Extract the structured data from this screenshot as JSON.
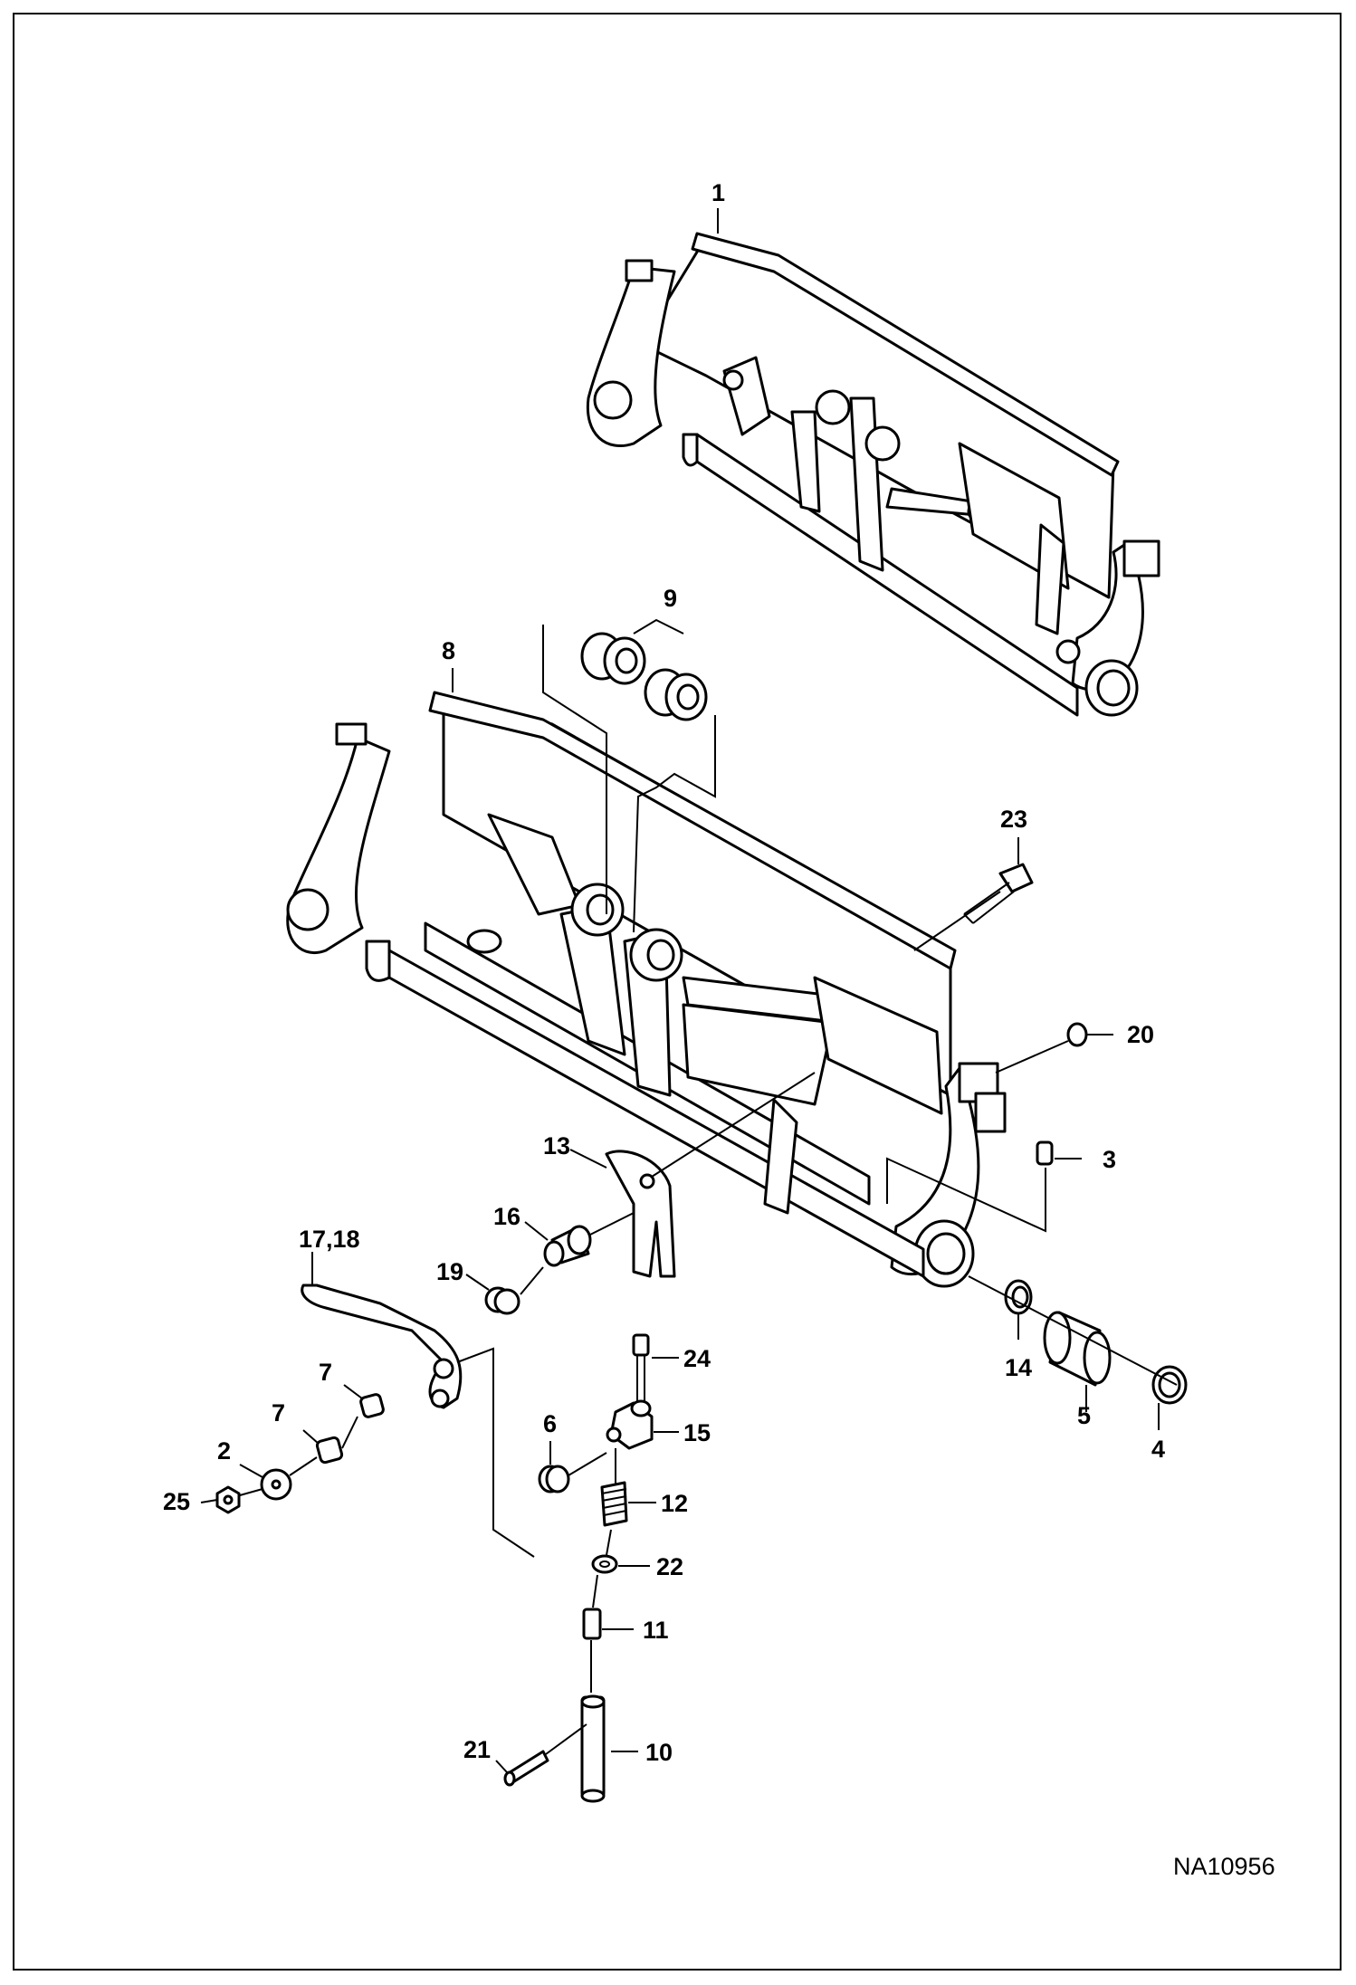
{
  "figure_id": "NA10956",
  "callouts": {
    "c1": "1",
    "c2": "2",
    "c3": "3",
    "c4": "4",
    "c5": "5",
    "c6": "6",
    "c7a": "7",
    "c7b": "7",
    "c8": "8",
    "c9": "9",
    "c10": "10",
    "c11": "11",
    "c12": "12",
    "c13": "13",
    "c14": "14",
    "c15": "15",
    "c16": "16",
    "c17_18": "17,18",
    "c19": "19",
    "c20": "20",
    "c21": "21",
    "c22": "22",
    "c23": "23",
    "c24": "24",
    "c25": "25"
  },
  "colors": {
    "line": "#000000",
    "paper": "#ffffff"
  }
}
